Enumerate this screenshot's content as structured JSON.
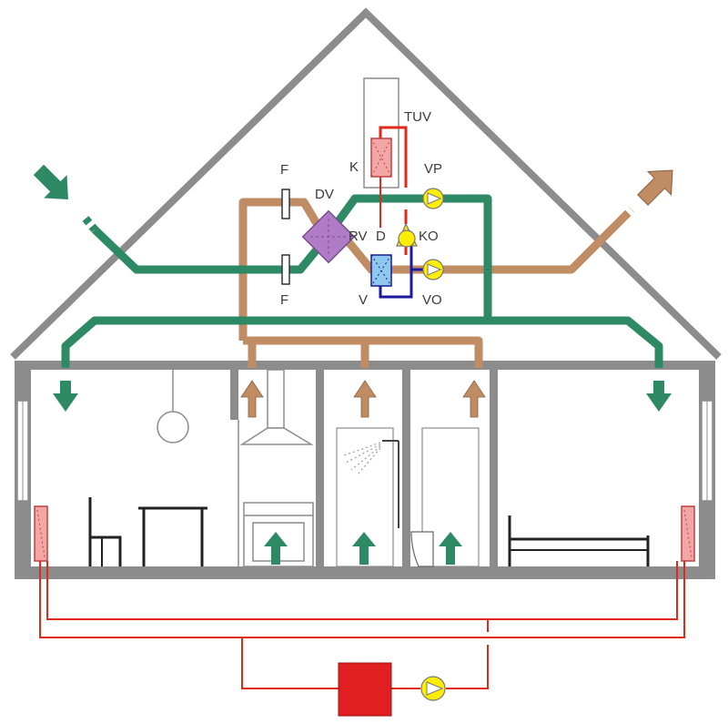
{
  "labels": {
    "tuv": "TUV",
    "k": "K",
    "vp": "VP",
    "f_top": "F",
    "dv": "DV",
    "rv": "RV",
    "d": "D",
    "ko": "KO",
    "f_bottom": "F",
    "v": "V",
    "vo": "VO"
  },
  "colors": {
    "wall": "#8c8c8c",
    "supply_air": "#2e8a64",
    "exhaust_air": "#c08c64",
    "heating": "#e02a1a",
    "hot_water": "#e02a1a",
    "cold_water": "#1a1a9a",
    "pump": "#ffee00",
    "heat_recovery": "#b07cc6",
    "heater": "#f2a6a6",
    "cooler": "#8ec8ec",
    "boiler": "#e02020"
  },
  "icons": [
    "supply-inlet-arrow-icon",
    "exhaust-outlet-arrow-icon",
    "pump-icon",
    "radiator-icon",
    "boiler-icon",
    "chair-icon",
    "table-icon",
    "lamp-icon",
    "cooker-hood-icon",
    "stove-icon",
    "shower-icon",
    "toilet-icon",
    "bed-icon"
  ]
}
